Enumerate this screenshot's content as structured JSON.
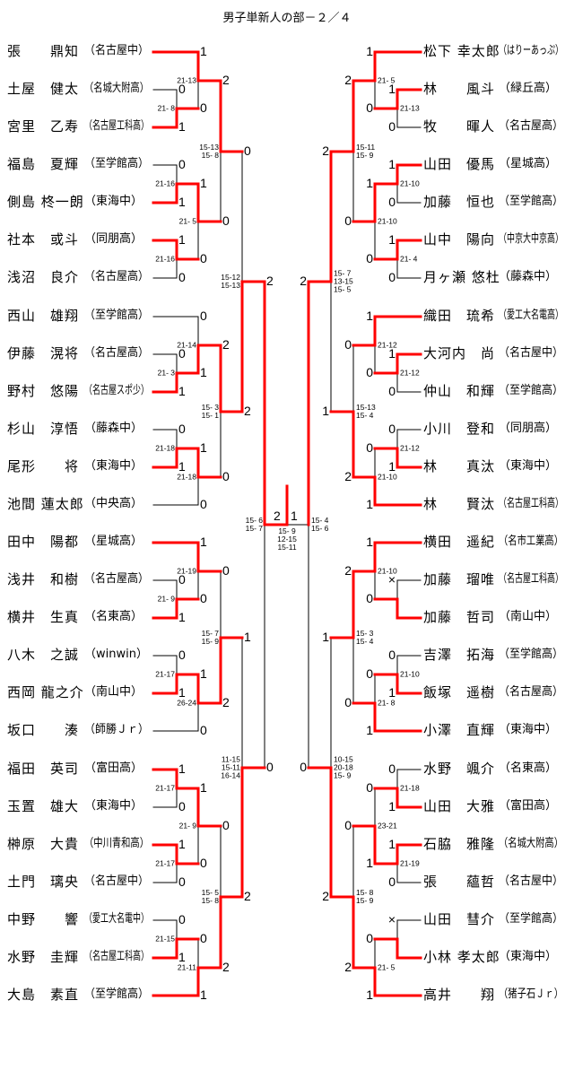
{
  "title": "男子単新人の部－２／４",
  "colors": {
    "winner_line": "#ff0000",
    "line": "#000000"
  },
  "left": {
    "players": [
      {
        "name": "張　　鼎知",
        "school": "（名古屋中）"
      },
      {
        "name": "土屋　健太",
        "school": "（名城大附高）"
      },
      {
        "name": "宮里　乙寿",
        "school": "（名古屋工科高）"
      },
      {
        "name": "福島　夏輝",
        "school": "（至学館高）"
      },
      {
        "name": "側島 柊一朗",
        "school": "（東海中）"
      },
      {
        "name": "社本　或斗",
        "school": "（同朋高）"
      },
      {
        "name": "浅沼　良介",
        "school": "（名古屋高）"
      },
      {
        "name": "西山　雄翔",
        "school": "（至学館高）"
      },
      {
        "name": "伊藤　滉将",
        "school": "（名古屋高）"
      },
      {
        "name": "野村　悠陽",
        "school": "（名古屋スポ少）"
      },
      {
        "name": "杉山　淳悟",
        "school": "（藤森中）"
      },
      {
        "name": "尾形　　将",
        "school": "（東海中）"
      },
      {
        "name": "池間 蓮太郎",
        "school": "（中央高）"
      },
      {
        "name": "田中　陽都",
        "school": "（星城高）"
      },
      {
        "name": "浅井　和樹",
        "school": "（名古屋高）"
      },
      {
        "name": "横井　生真",
        "school": "（名東高）"
      },
      {
        "name": "八木　之誠",
        "school": "（winwin）"
      },
      {
        "name": "西岡 龍之介",
        "school": "（南山中）"
      },
      {
        "name": "坂口　　湊",
        "school": "（師勝Ｊｒ）"
      },
      {
        "name": "福田　英司",
        "school": "（富田高）"
      },
      {
        "name": "玉置　雄大",
        "school": "（東海中）"
      },
      {
        "name": "榊原　大貴",
        "school": "（中川青和高）"
      },
      {
        "name": "土門　璃央",
        "school": "（名古屋中）"
      },
      {
        "name": "中野　　響",
        "school": "（愛工大名電中）"
      },
      {
        "name": "水野　圭輝",
        "school": "（名古屋工科高）"
      },
      {
        "name": "大島　素直",
        "school": "（至学館高）"
      }
    ],
    "matches": [
      {
        "col": 1,
        "a": "p1",
        "b": "p2",
        "winner": "b",
        "labels": [
          "0",
          "1"
        ],
        "score": [
          "21- 8"
        ]
      },
      {
        "col": 2,
        "a": "p0",
        "b": "m0",
        "winner": "a",
        "labels": [
          "1",
          "0"
        ],
        "score": [
          "21-13"
        ]
      },
      {
        "col": 1,
        "a": "p3",
        "b": "p4",
        "winner": "b",
        "labels": [
          "0",
          "1"
        ],
        "score": [
          "21-16"
        ]
      },
      {
        "col": 1,
        "a": "p5",
        "b": "p6",
        "winner": "a",
        "labels": [
          "1",
          "0"
        ],
        "score": [
          "21-16"
        ]
      },
      {
        "col": 2,
        "a": "m2",
        "b": "m3",
        "winner": "a",
        "labels": [
          "1",
          "0"
        ],
        "score": [
          "21- 5"
        ]
      },
      {
        "col": 3,
        "a": "m1",
        "b": "m4",
        "winner": "a",
        "labels": [
          "2",
          "0"
        ],
        "score": [
          "15-13",
          "15- 8"
        ]
      },
      {
        "col": 1,
        "a": "p8",
        "b": "p9",
        "winner": "b",
        "labels": [
          "0",
          "1"
        ],
        "score": [
          "21- 3"
        ]
      },
      {
        "col": 2,
        "a": "p7",
        "b": "m6",
        "winner": "b",
        "labels": [
          "0",
          "1"
        ],
        "score": [
          "21-14"
        ]
      },
      {
        "col": 1,
        "a": "p10",
        "b": "p11",
        "winner": "b",
        "labels": [
          "0",
          "1"
        ],
        "score": [
          "21-18"
        ]
      },
      {
        "col": 2,
        "a": "m8",
        "b": "p12",
        "winner": "a",
        "labels": [
          "1",
          "0"
        ],
        "score": [
          "21-18"
        ]
      },
      {
        "col": 3,
        "a": "m7",
        "b": "m9",
        "winner": "a",
        "labels": [
          "2",
          "0"
        ],
        "score": [
          "15- 3",
          "15- 1"
        ]
      },
      {
        "col": 4,
        "a": "m5",
        "b": "m10",
        "winner": "b",
        "labels": [
          "0",
          "2"
        ],
        "score": [
          "15-12",
          "15-13"
        ]
      },
      {
        "col": 1,
        "a": "p14",
        "b": "p15",
        "winner": "b",
        "labels": [
          "0",
          "1"
        ],
        "score": [
          "21- 9"
        ]
      },
      {
        "col": 2,
        "a": "p13",
        "b": "m12",
        "winner": "a",
        "labels": [
          "1",
          "0"
        ],
        "score": [
          "21-19"
        ]
      },
      {
        "col": 1,
        "a": "p16",
        "b": "p17",
        "winner": "b",
        "labels": [
          "0",
          "1"
        ],
        "score": [
          "21-17"
        ]
      },
      {
        "col": 2,
        "a": "m14",
        "b": "p18",
        "winner": "a",
        "labels": [
          "1",
          "0"
        ],
        "score": [
          "26-24"
        ]
      },
      {
        "col": 3,
        "a": "m13",
        "b": "m15",
        "winner": "b",
        "labels": [
          "0",
          "2"
        ],
        "score": [
          "15- 7",
          "15- 9"
        ]
      },
      {
        "col": 1,
        "a": "p19",
        "b": "p20",
        "winner": "a",
        "labels": [
          "1",
          "0"
        ],
        "score": [
          "21-17"
        ]
      },
      {
        "col": 1,
        "a": "p21",
        "b": "p22",
        "winner": "a",
        "labels": [
          "1",
          "0"
        ],
        "score": [
          "21-17"
        ]
      },
      {
        "col": 2,
        "a": "m17",
        "b": "m18",
        "winner": "a",
        "labels": [
          "1",
          "0"
        ],
        "score": [
          "21- 9"
        ]
      },
      {
        "col": 1,
        "a": "p23",
        "b": "p24",
        "winner": "b",
        "labels": [
          "0",
          "1"
        ],
        "score": [
          "21-15"
        ]
      },
      {
        "col": 2,
        "a": "m20",
        "b": "p25",
        "winner": "b",
        "labels": [
          "0",
          "1"
        ],
        "score": [
          "21-11"
        ]
      },
      {
        "col": 3,
        "a": "m19",
        "b": "m21",
        "winner": "b",
        "labels": [
          "0",
          "2"
        ],
        "score": [
          "15- 5",
          "15- 8"
        ]
      },
      {
        "col": 4,
        "a": "m16",
        "b": "m22",
        "winner": "b",
        "labels": [
          "1",
          "2"
        ],
        "score": [
          "11-15",
          "15-11",
          "16-14"
        ]
      },
      {
        "col": 5,
        "a": "m11",
        "b": "m23",
        "winner": "a",
        "labels": [
          "2",
          "0"
        ],
        "score": [
          "15- 6",
          "15- 7"
        ]
      }
    ]
  },
  "right": {
    "players": [
      {
        "name": "松下 幸太郎",
        "school": "（はりーあっぷ）"
      },
      {
        "name": "林　　風斗",
        "school": "（緑丘高）"
      },
      {
        "name": "牧　　暉人",
        "school": "（名古屋高）"
      },
      {
        "name": "山田　優馬",
        "school": "（星城高）"
      },
      {
        "name": "加藤　恒也",
        "school": "（至学館高）"
      },
      {
        "name": "山中　陽向",
        "school": "（中京大中京高）"
      },
      {
        "name": "月ヶ瀬 悠杜",
        "school": "（藤森中）"
      },
      {
        "name": "織田　琉希",
        "school": "（愛工大名電高）"
      },
      {
        "name": "大河内　尚",
        "school": "（名古屋中）"
      },
      {
        "name": "仲山　和輝",
        "school": "（至学館高）"
      },
      {
        "name": "小川　登和",
        "school": "（同朋高）"
      },
      {
        "name": "林　　真汰",
        "school": "（東海中）"
      },
      {
        "name": "林　　賢汰",
        "school": "（名古屋工科高）"
      },
      {
        "name": "横田　遥紀",
        "school": "（名市工業高）"
      },
      {
        "name": "加藤　瑠唯",
        "school": "（名古屋工科高）"
      },
      {
        "name": "加藤　哲司",
        "school": "（南山中）"
      },
      {
        "name": "吉澤　拓海",
        "school": "（至学館高）"
      },
      {
        "name": "飯塚　遥樹",
        "school": "（名古屋高）"
      },
      {
        "name": "小澤　直輝",
        "school": "（東海中）"
      },
      {
        "name": "水野　颯介",
        "school": "（名東高）"
      },
      {
        "name": "山田　大雅",
        "school": "（富田高）"
      },
      {
        "name": "石脇　雅隆",
        "school": "（名城大附高）"
      },
      {
        "name": "張　　蘊哲",
        "school": "（名古屋中）"
      },
      {
        "name": "山田　彗介",
        "school": "（至学館高）"
      },
      {
        "name": "小林 孝太郎",
        "school": "（東海中）"
      },
      {
        "name": "高井　　翔",
        "school": "（猪子石Ｊｒ）"
      }
    ],
    "matches": [
      {
        "col": 1,
        "a": "p1",
        "b": "p2",
        "winner": "a",
        "labels": [
          "1",
          "0"
        ],
        "score": [
          "21-13"
        ]
      },
      {
        "col": 2,
        "a": "p0",
        "b": "m0",
        "winner": "a",
        "labels": [
          "1",
          "0"
        ],
        "score": [
          "21- 5"
        ]
      },
      {
        "col": 1,
        "a": "p3",
        "b": "p4",
        "winner": "a",
        "labels": [
          "1",
          "0"
        ],
        "score": [
          "21-10"
        ]
      },
      {
        "col": 1,
        "a": "p5",
        "b": "p6",
        "winner": "a",
        "labels": [
          "1",
          "0"
        ],
        "score": [
          "21- 4"
        ]
      },
      {
        "col": 2,
        "a": "m2",
        "b": "m3",
        "winner": "a",
        "labels": [
          "1",
          "0"
        ],
        "score": [
          "21-10"
        ]
      },
      {
        "col": 3,
        "a": "m1",
        "b": "m4",
        "winner": "a",
        "labels": [
          "2",
          "0"
        ],
        "score": [
          "15-11",
          "15- 9"
        ]
      },
      {
        "col": 1,
        "a": "p8",
        "b": "p9",
        "winner": "a",
        "labels": [
          "1",
          "0"
        ],
        "score": [
          "21-12"
        ]
      },
      {
        "col": 2,
        "a": "p7",
        "b": "m6",
        "winner": "a",
        "labels": [
          "1",
          "0"
        ],
        "score": [
          "21-12"
        ]
      },
      {
        "col": 1,
        "a": "p10",
        "b": "p11",
        "winner": "b",
        "labels": [
          "0",
          "1"
        ],
        "score": [
          "21-12"
        ]
      },
      {
        "col": 2,
        "a": "m8",
        "b": "p12",
        "winner": "b",
        "labels": [
          "0",
          "1"
        ],
        "score": [
          "21-10"
        ]
      },
      {
        "col": 3,
        "a": "m7",
        "b": "m9",
        "winner": "b",
        "labels": [
          "0",
          "2"
        ],
        "score": [
          "15-13",
          "15- 4"
        ]
      },
      {
        "col": 4,
        "a": "m5",
        "b": "m10",
        "winner": "a",
        "labels": [
          "2",
          "1"
        ],
        "score": [
          "15- 7",
          "13-15",
          "15- 5"
        ]
      },
      {
        "col": 1,
        "a": "p14",
        "b": "p15",
        "winner": "b",
        "labels": [
          "×",
          ""
        ],
        "score": []
      },
      {
        "col": 2,
        "a": "p13",
        "b": "m12",
        "winner": "a",
        "labels": [
          "1",
          "0"
        ],
        "score": [
          "21-10"
        ]
      },
      {
        "col": 1,
        "a": "p16",
        "b": "p17",
        "winner": "b",
        "labels": [
          "0",
          "1"
        ],
        "score": [
          "21-10"
        ]
      },
      {
        "col": 2,
        "a": "m14",
        "b": "p18",
        "winner": "b",
        "labels": [
          "0",
          "1"
        ],
        "score": [
          "21- 8"
        ]
      },
      {
        "col": 3,
        "a": "m13",
        "b": "m15",
        "winner": "a",
        "labels": [
          "2",
          "0"
        ],
        "score": [
          "15- 3",
          "15- 4"
        ]
      },
      {
        "col": 1,
        "a": "p19",
        "b": "p20",
        "winner": "b",
        "labels": [
          "0",
          "1"
        ],
        "score": [
          "21-18"
        ]
      },
      {
        "col": 1,
        "a": "p21",
        "b": "p22",
        "winner": "a",
        "labels": [
          "1",
          "0"
        ],
        "score": [
          "21-19"
        ]
      },
      {
        "col": 2,
        "a": "m17",
        "b": "m18",
        "winner": "b",
        "labels": [
          "0",
          "1"
        ],
        "score": [
          "23-21"
        ]
      },
      {
        "col": 1,
        "a": "p23",
        "b": "p24",
        "winner": "b",
        "labels": [
          "×",
          ""
        ],
        "score": []
      },
      {
        "col": 2,
        "a": "m20",
        "b": "p25",
        "winner": "b",
        "labels": [
          "0",
          "1"
        ],
        "score": [
          "21- 5"
        ]
      },
      {
        "col": 3,
        "a": "m19",
        "b": "m21",
        "winner": "b",
        "labels": [
          "0",
          "2"
        ],
        "score": [
          "15- 8",
          "15- 9"
        ]
      },
      {
        "col": 4,
        "a": "m16",
        "b": "m22",
        "winner": "b",
        "labels": [
          "1",
          "2"
        ],
        "score": [
          "10-15",
          "20-18",
          "15- 9"
        ]
      },
      {
        "col": 5,
        "a": "m11",
        "b": "m23",
        "winner": "a",
        "labels": [
          "2",
          "0"
        ],
        "score": [
          "15- 4",
          "15- 6"
        ]
      }
    ]
  },
  "final": {
    "left_label": "2",
    "right_label": "1",
    "winner": "left",
    "score": [
      "15- 9",
      "12-15",
      "15-11"
    ]
  }
}
